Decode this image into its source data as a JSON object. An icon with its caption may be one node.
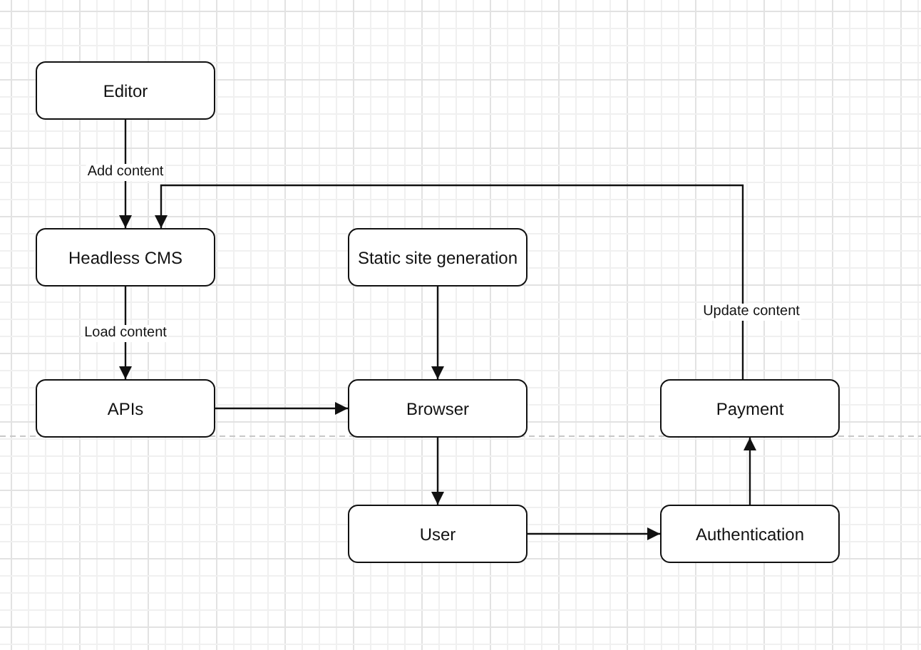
{
  "diagram": {
    "nodes": [
      {
        "text": [
          "Editor"
        ]
      },
      {
        "text": [
          "Headless CMS"
        ]
      },
      {
        "text": [
          "Static site generation"
        ]
      },
      {
        "text": [
          "APIs"
        ]
      },
      {
        "text": [
          "Browser"
        ]
      },
      {
        "text": [
          "Payment"
        ]
      },
      {
        "text": [
          "User"
        ]
      },
      {
        "text": [
          "Authentication"
        ]
      }
    ],
    "edges": [
      {
        "from": 0,
        "to": 1,
        "arrow": "to",
        "label": "Add content"
      },
      {
        "from": 5,
        "to": 1,
        "arrow": "to",
        "label": "Update content"
      },
      {
        "from": 1,
        "to": 3,
        "arrow": "to",
        "label": "Load content"
      },
      {
        "from": 2,
        "to": 4,
        "arrow": "to"
      },
      {
        "from": 3,
        "to": 4,
        "arrow": "to"
      },
      {
        "from": 4,
        "to": 6,
        "arrow": "to"
      },
      {
        "from": 6,
        "to": 7,
        "arrow": "to"
      },
      {
        "from": 7,
        "to": 5,
        "arrow": "to"
      }
    ]
  }
}
